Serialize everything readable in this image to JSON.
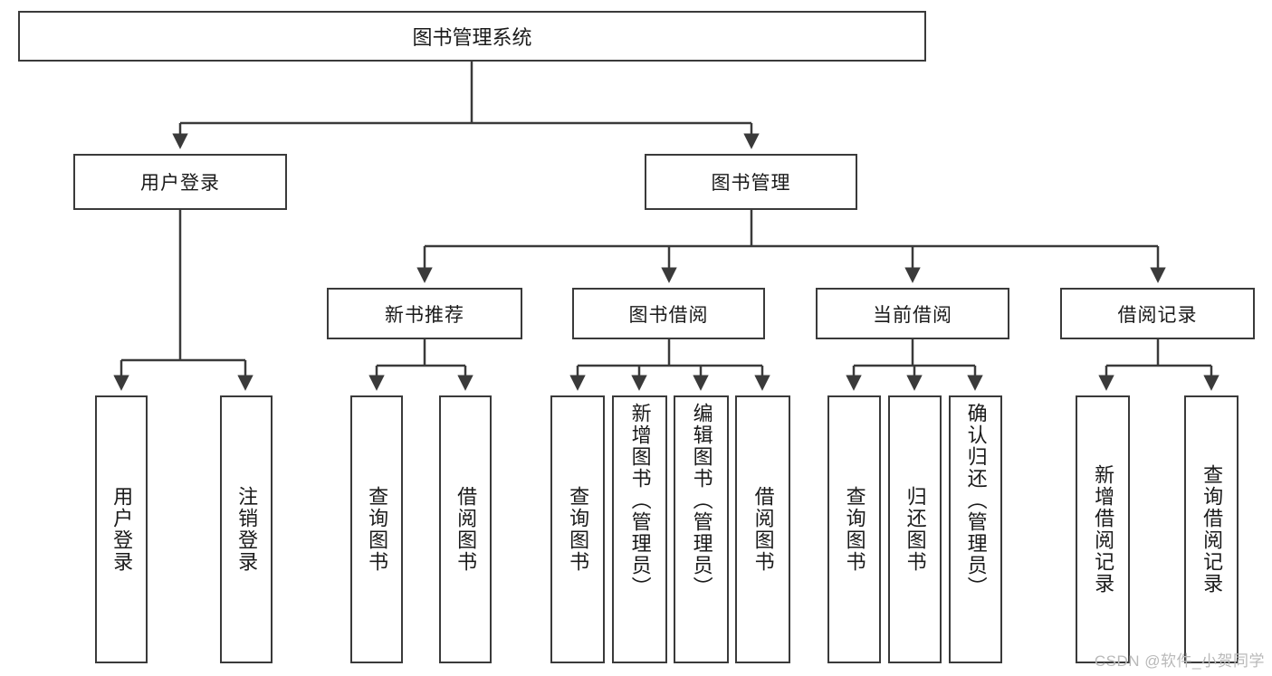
{
  "diagram": {
    "title": "图书管理系统",
    "type": "hierarchy-tree",
    "root": {
      "label": "图书管理系统"
    },
    "level2": [
      {
        "label": "用户登录"
      },
      {
        "label": "图书管理"
      }
    ],
    "level3": [
      {
        "label": "新书推荐"
      },
      {
        "label": "图书借阅"
      },
      {
        "label": "当前借阅"
      },
      {
        "label": "借阅记录"
      }
    ],
    "leaves": [
      {
        "label": "用户登录",
        "parent": "用户登录"
      },
      {
        "label": "注销登录",
        "parent": "用户登录"
      },
      {
        "label": "查询图书",
        "parent": "新书推荐"
      },
      {
        "label": "借阅图书",
        "parent": "新书推荐"
      },
      {
        "label": "查询图书",
        "parent": "图书借阅"
      },
      {
        "label": "新增图书（管理员）",
        "parent": "图书借阅"
      },
      {
        "label": "编辑图书（管理员）",
        "parent": "图书借阅"
      },
      {
        "label": "借阅图书",
        "parent": "图书借阅"
      },
      {
        "label": "查询图书",
        "parent": "当前借阅"
      },
      {
        "label": "归还图书",
        "parent": "当前借阅"
      },
      {
        "label": "确认归还（管理员）",
        "parent": "当前借阅"
      },
      {
        "label": "新增借阅记录",
        "parent": "借阅记录"
      },
      {
        "label": "查询借阅记录",
        "parent": "借阅记录"
      }
    ]
  },
  "watermark": {
    "text": "CSDN @软件_小贺同学"
  },
  "colors": {
    "stroke": "#3a3a3a",
    "fill": "#ffffff",
    "text": "#1a1a1a",
    "watermark": "#b9b9b9"
  }
}
